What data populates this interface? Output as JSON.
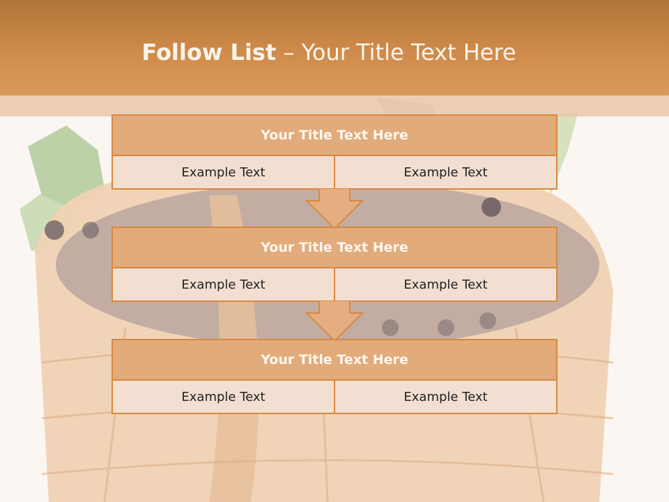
{
  "header": {
    "title_strong": "Follow List",
    "title_rest": " – Your Title Text Here"
  },
  "blocks": [
    {
      "title": "Your Title Text Here",
      "left": "Example Text",
      "right": "Example Text"
    },
    {
      "title": "Your Title Text Here",
      "left": "Example Text",
      "right": "Example Text"
    },
    {
      "title": "Your Title Text Here",
      "left": "Example Text",
      "right": "Example Text"
    }
  ],
  "colors": {
    "accent": "#d9883f",
    "header": "#cf8b4b",
    "block_head": "#e2ab7b",
    "block_body": "#f0ddd0"
  }
}
